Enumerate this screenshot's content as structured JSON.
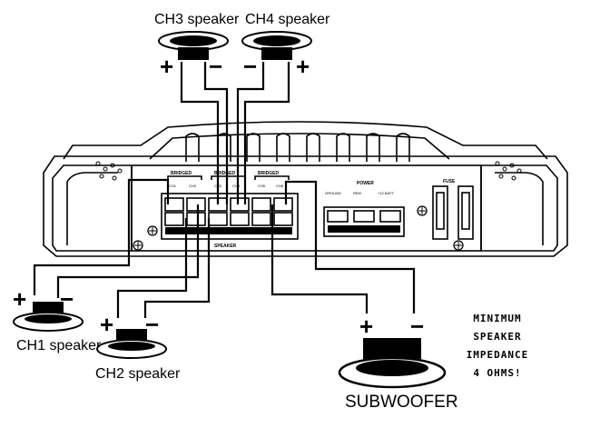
{
  "speakers": {
    "ch3": {
      "label": "CH3 speaker",
      "plus": "+",
      "minus": "−"
    },
    "ch4": {
      "label": "CH4 speaker",
      "plus": "+",
      "minus": "−"
    },
    "ch1": {
      "label": "CH1 speaker",
      "plus": "+",
      "minus": "−"
    },
    "ch2": {
      "label": "CH2 speaker",
      "plus": "+",
      "minus": "−"
    },
    "sub": {
      "label": "SUBWOOFER",
      "plus": "+",
      "minus": "−"
    }
  },
  "amplifier": {
    "bridged": [
      "BRIDGED",
      "BRIDGED",
      "BRIDGED"
    ],
    "channels": [
      "CH1",
      "CH2",
      "CH3",
      "CH4",
      "CH5",
      "CH6"
    ],
    "speaker_label": "SPEAKER",
    "power_label": "POWER",
    "power_terminals": [
      "GROUND",
      "REM",
      "+12 BATT"
    ],
    "fuse_label": "FUSE"
  },
  "notice": {
    "lines": [
      "MINIMUM",
      "SPEAKER",
      "IMPEDANCE",
      "4 OHMS!"
    ]
  }
}
